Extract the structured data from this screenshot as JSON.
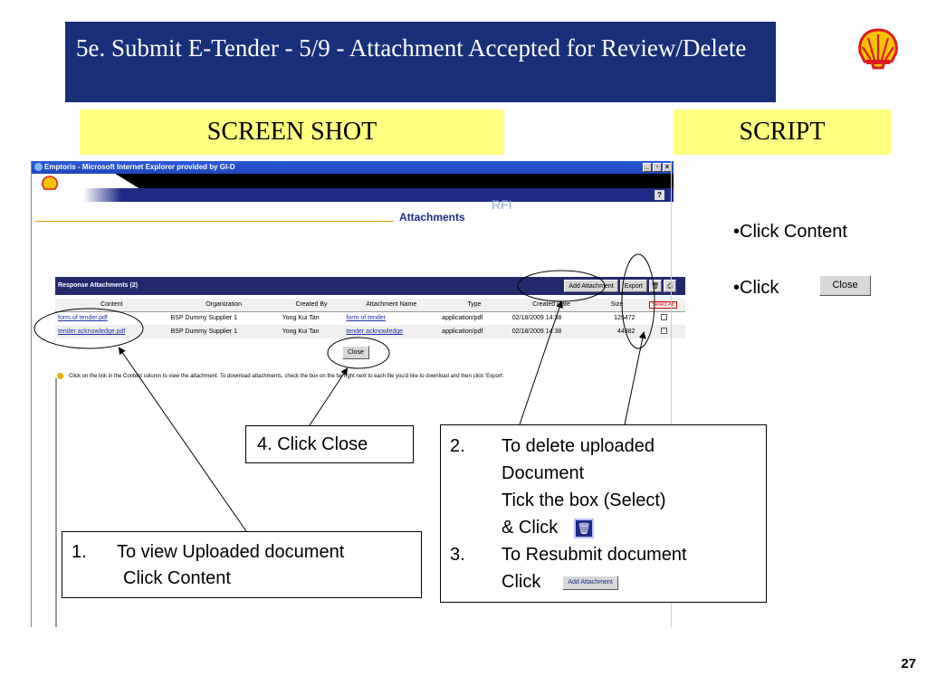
{
  "slide": {
    "title": "5e.  Submit E-Tender - 5/9 - Attachment Accepted for Review/Delete",
    "screenshot_label": "SCREEN SHOT",
    "script_label": "SCRIPT",
    "page_number": "27"
  },
  "browser": {
    "window_title": "Emptoris - Microsoft Internet Explorer provided by GI-D",
    "rfi": "RFI",
    "heading": "Attachments",
    "help": "?",
    "response_title": "Response Attachments (2)",
    "buttons": {
      "add_attachment": "Add Attachment",
      "export": "Export",
      "close": "Close",
      "select_all": "Select All"
    },
    "table": {
      "headers": [
        "Content",
        "Organization",
        "Created By",
        "Attachment Name",
        "Type",
        "Created Date",
        "Size"
      ],
      "rows": [
        {
          "content": "form of tender.pdf",
          "organization": "BSP Dummy Supplier 1",
          "created_by": "Yong Kui Tan",
          "attachment_name": "form of tender",
          "type": "application/pdf",
          "created_date": "02/18/2009 14:38",
          "size": "125472"
        },
        {
          "content": "tender acknowledge.pdf",
          "organization": "BSP Dummy Supplier 1",
          "created_by": "Yong Kui Tan",
          "attachment_name": "tender acknowledge",
          "type": "application/pdf",
          "created_date": "02/18/2009 14:38",
          "size": "44382"
        }
      ]
    },
    "info": "Click on the link in the Content column to view the attachment. To download attachments, check the box on the far right next to each file you'd like to download and then click 'Export'."
  },
  "callouts": {
    "c4": "4.  Click Close",
    "c1_num": "1.",
    "c1_line1": "To view Uploaded document",
    "c1_line2": "Click Content",
    "c2_num": "2.",
    "c2_line1": "To delete uploaded",
    "c2_line2": "Document",
    "c2_line3": "Tick the box (Select)",
    "c2_line4": "& Click",
    "c3_num": "3.",
    "c3_line1": "To Resubmit document",
    "c3_line2": "Click"
  },
  "script": {
    "item1": "•Click Content",
    "item2": "•Click",
    "close_button": "Close"
  },
  "colors": {
    "title_bg": "#18307a",
    "yellow": "#ffff80",
    "nav_blue": "#1e2a86"
  }
}
